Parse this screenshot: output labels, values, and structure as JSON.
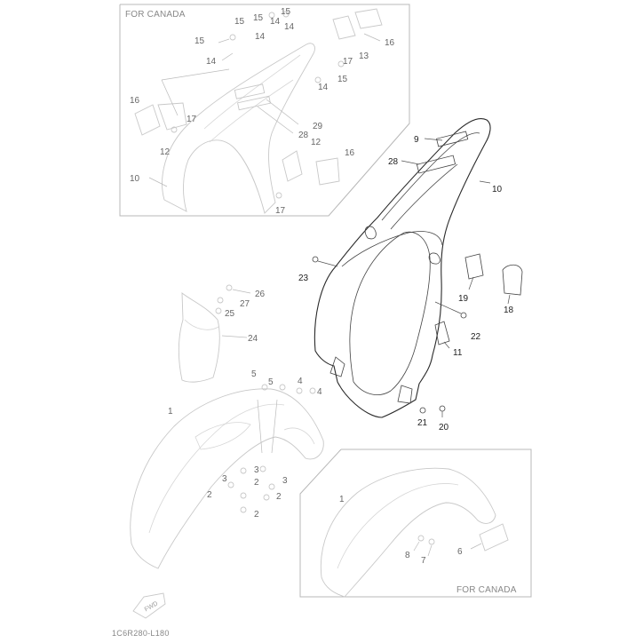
{
  "insets": {
    "top_label": "FOR CANADA",
    "bottom_label": "FOR CANADA"
  },
  "diagram_code": "1C6R280-L180",
  "fwd_label": "FWD",
  "callouts": {
    "c15a": "15",
    "c15b": "15",
    "c14a": "14",
    "c14b": "14",
    "c15c": "15",
    "c14c": "14",
    "c16a": "16",
    "c13": "13",
    "c17a": "17",
    "c15d": "15",
    "c14d": "14",
    "c16b": "16",
    "c17b": "17",
    "c29": "29",
    "c28a": "28",
    "c12a": "12",
    "c12b": "12",
    "c16c": "16",
    "c10a": "10",
    "c17c": "17",
    "c9": "9",
    "c28b": "28",
    "c10b": "10",
    "c23": "23",
    "c19": "19",
    "c18": "18",
    "c26": "26",
    "c27": "27",
    "c25": "25",
    "c24": "24",
    "c22": "22",
    "c11": "11",
    "c5a": "5",
    "c5b": "5",
    "c4a": "4",
    "c4b": "4",
    "c1a": "1",
    "c21": "21",
    "c20": "20",
    "c3a": "3",
    "c3b": "3",
    "c3c": "3",
    "c2a": "2",
    "c2b": "2",
    "c2c": "2",
    "c2d": "2",
    "c1b": "1",
    "c8": "8",
    "c7": "7",
    "c6": "6"
  }
}
